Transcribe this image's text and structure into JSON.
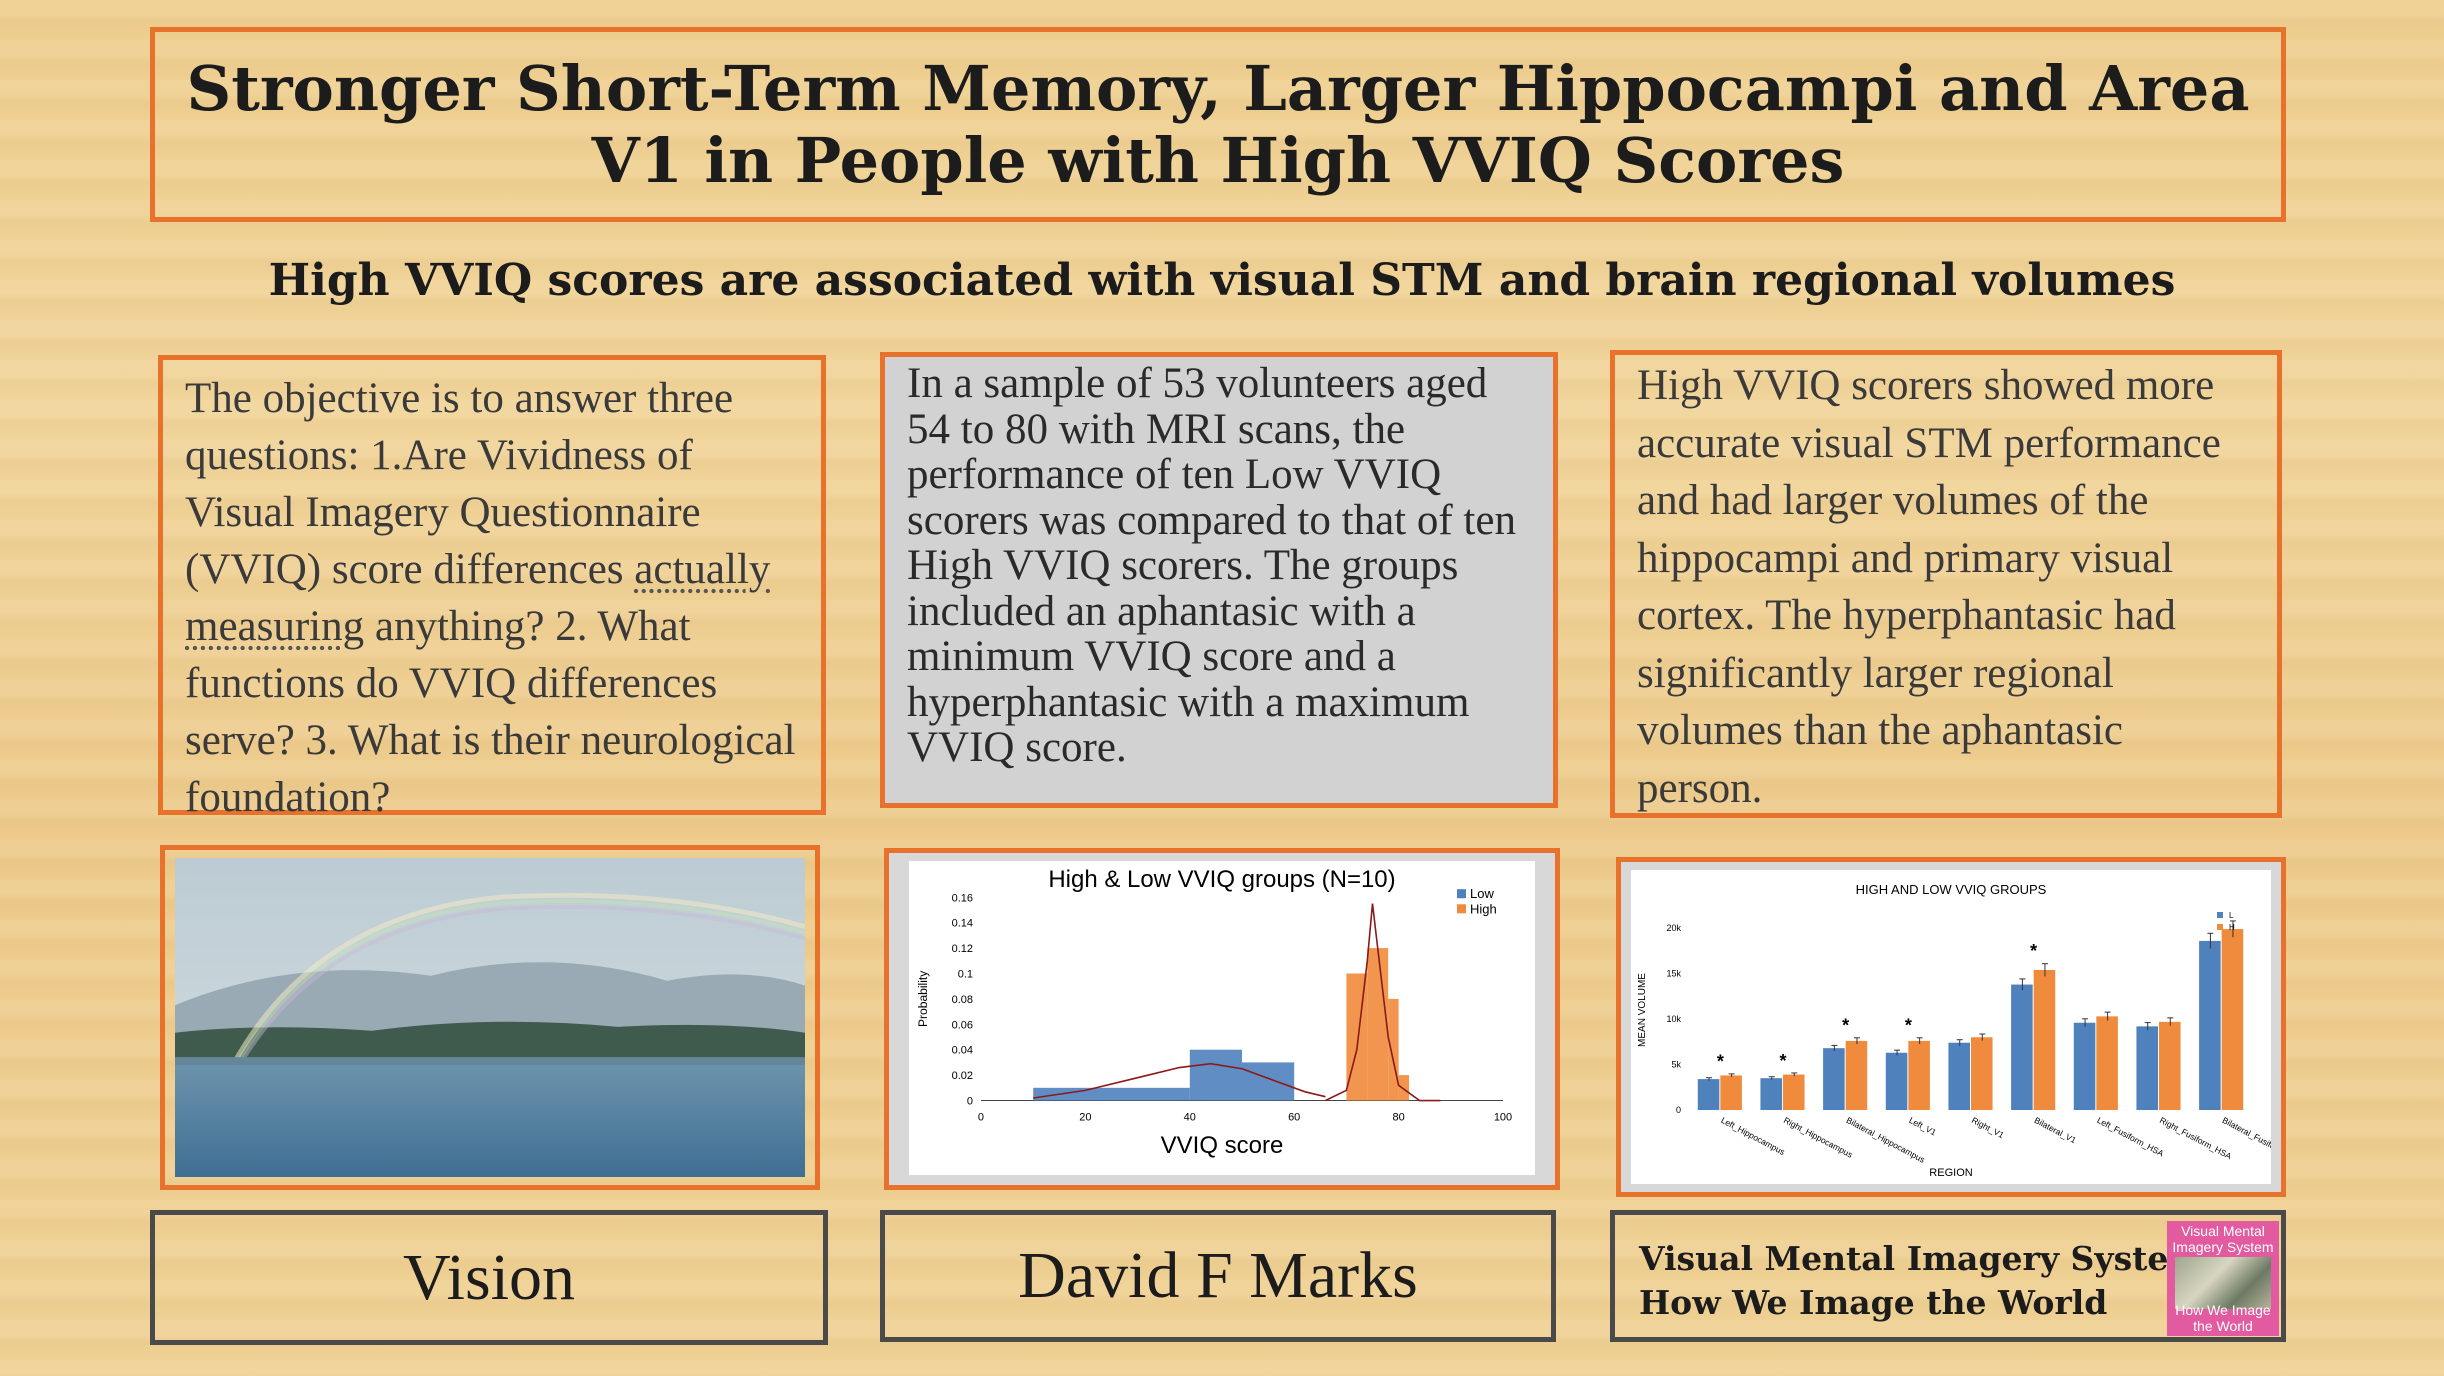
{
  "title": "Stronger Short-Term Memory, Larger Hippocampi and Area V1 in People with High VVIQ Scores",
  "subtitle": "High VVIQ scores are associated with visual STM and brain regional volumes",
  "left_text": {
    "part1": "The objective is to answer three questions: 1.Are Vividness of Visual Imagery Questionnaire (VVIQ) score differences ",
    "underlined": "actually measuring",
    "part2": " anything? 2. What functions do VVIQ differences serve? 3. What is their neurological foundation?"
  },
  "middle_text": "In a sample of 53 volunteers aged 54 to 80 with MRI scans, the performance of ten Low VVIQ scorers was compared to that of ten High VVIQ scorers. The groups included an aphantasic with a minimum VVIQ score and a hyperphantasic with a maximum VVIQ score.",
  "right_text": "High VVIQ scorers showed more accurate visual STM performance and had larger volumes of the hippocampi and primary visual cortex. The hyperphantasic had significantly larger regional volumes than the aphantasic person.",
  "labels": {
    "vision": "Vision",
    "author": "David F Marks",
    "book_line1": "Visual Mental Imagery System:",
    "book_line2": "How We Image the World",
    "book_cover_top": "Visual Mental Imagery System",
    "book_cover_bottom": "How We Image the World"
  },
  "colors": {
    "accent_orange": "#e8722b",
    "low_blue": "#4f81bd",
    "high_orange": "#f08a3c",
    "curve_red": "#8b1a1a"
  },
  "chart_data": [
    {
      "type": "bar",
      "subtype": "histogram-with-density",
      "title": "High & Low VVIQ groups (N=10)",
      "xlabel": "VVIQ score",
      "ylabel": "Probability",
      "xlim": [
        0,
        100
      ],
      "ylim": [
        0,
        0.16
      ],
      "xticks": [
        0,
        20,
        40,
        60,
        80,
        100
      ],
      "yticks": [
        0,
        0.02,
        0.04,
        0.06,
        0.08,
        0.1,
        0.12,
        0.14,
        0.16
      ],
      "legend": [
        "Low",
        "High"
      ],
      "legend_position": "top-right",
      "series": [
        {
          "name": "Low",
          "bins": [
            [
              10,
              40,
              0.01
            ],
            [
              40,
              50,
              0.04
            ],
            [
              50,
              60,
              0.03
            ]
          ]
        },
        {
          "name": "High",
          "bins": [
            [
              70,
              74,
              0.1
            ],
            [
              74,
              78,
              0.12
            ],
            [
              78,
              80,
              0.08
            ],
            [
              80,
              82,
              0.02
            ]
          ]
        }
      ],
      "density_curves": [
        {
          "name": "Low",
          "points": [
            [
              10,
              0.002
            ],
            [
              20,
              0.008
            ],
            [
              30,
              0.018
            ],
            [
              38,
              0.026
            ],
            [
              44,
              0.029
            ],
            [
              50,
              0.025
            ],
            [
              56,
              0.016
            ],
            [
              62,
              0.007
            ],
            [
              66,
              0.003
            ]
          ]
        },
        {
          "name": "High",
          "points": [
            [
              66,
              0.0
            ],
            [
              70,
              0.008
            ],
            [
              72,
              0.04
            ],
            [
              74,
              0.11
            ],
            [
              75,
              0.155
            ],
            [
              76,
              0.12
            ],
            [
              78,
              0.05
            ],
            [
              80,
              0.012
            ],
            [
              84,
              0.0
            ],
            [
              88,
              0.0
            ]
          ]
        }
      ]
    },
    {
      "type": "bar",
      "title": "HIGH AND LOW VVIQ GROUPS",
      "xlabel": "REGION",
      "ylabel": "MEAN VOLUME",
      "ylim": [
        0,
        22000
      ],
      "yticks": [
        "0",
        "5k",
        "10k",
        "15k",
        "20k"
      ],
      "ytick_values": [
        0,
        5000,
        10000,
        15000,
        20000
      ],
      "legend": [
        "L",
        "H"
      ],
      "legend_position": "top-right",
      "categories": [
        "Left_Hippocampus",
        "Right_Hippocampus",
        "Bilateral_Hippocampus",
        "Left_V1",
        "Right_V1",
        "Bilateral_V1",
        "Left_Fusiform_HSA",
        "Right_Fusiform_HSA",
        "Bilateral_Fusiform_HSA"
      ],
      "series": [
        {
          "name": "L",
          "values": [
            3400,
            3500,
            6800,
            6300,
            7400,
            13800,
            9600,
            9200,
            18600
          ]
        },
        {
          "name": "H",
          "values": [
            3800,
            3900,
            7600,
            7600,
            8000,
            15400,
            10300,
            9700,
            19900
          ]
        }
      ],
      "significant": [
        true,
        true,
        true,
        true,
        false,
        true,
        false,
        false,
        false
      ],
      "significance_mark": "*"
    }
  ]
}
